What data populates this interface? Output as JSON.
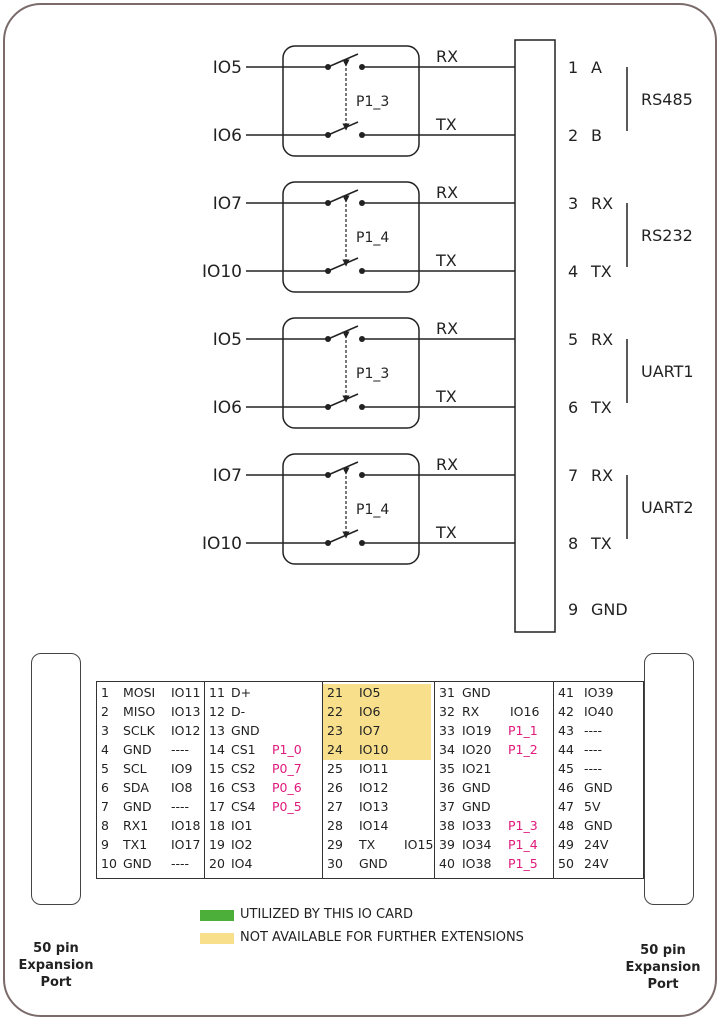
{
  "switches": [
    {
      "label": "P1_3",
      "in_top": "IO5",
      "in_bottom": "IO6",
      "out_top": "RX",
      "out_bottom": "TX"
    },
    {
      "label": "P1_4",
      "in_top": "IO7",
      "in_bottom": "IO10",
      "out_top": "RX",
      "out_bottom": "TX"
    },
    {
      "label": "P1_3",
      "in_top": "IO5",
      "in_bottom": "IO6",
      "out_top": "RX",
      "out_bottom": "TX"
    },
    {
      "label": "P1_4",
      "in_top": "IO7",
      "in_bottom": "IO10",
      "out_top": "RX",
      "out_bottom": "TX"
    }
  ],
  "connector_pins": [
    {
      "num": "1",
      "name": "A"
    },
    {
      "num": "2",
      "name": "B"
    },
    {
      "num": "3",
      "name": "RX"
    },
    {
      "num": "4",
      "name": "TX"
    },
    {
      "num": "5",
      "name": "RX"
    },
    {
      "num": "6",
      "name": "TX"
    },
    {
      "num": "7",
      "name": "RX"
    },
    {
      "num": "8",
      "name": "TX"
    },
    {
      "num": "9",
      "name": "GND"
    }
  ],
  "groups": [
    "RS485",
    "RS232",
    "UART1",
    "UART2"
  ],
  "pin_table": [
    [
      [
        "1",
        "MOSI",
        "IO11",
        "",
        false
      ],
      [
        "2",
        "MISO",
        "IO13",
        "",
        false
      ],
      [
        "3",
        "SCLK",
        "IO12",
        "",
        false
      ],
      [
        "4",
        "GND",
        "----",
        "",
        false
      ],
      [
        "5",
        "SCL",
        "IO9",
        "",
        false
      ],
      [
        "6",
        "SDA",
        "IO8",
        "",
        false
      ],
      [
        "7",
        "GND",
        "----",
        "",
        false
      ],
      [
        "8",
        "RX1",
        "IO18",
        "",
        false
      ],
      [
        "9",
        "TX1",
        "IO17",
        "",
        false
      ],
      [
        "10",
        "GND",
        "----",
        "",
        false
      ]
    ],
    [
      [
        "11",
        "D+",
        "",
        "",
        false
      ],
      [
        "12",
        "D-",
        "",
        "",
        false
      ],
      [
        "13",
        "GND",
        "",
        "",
        false
      ],
      [
        "14",
        "CS1",
        "",
        "P1_0",
        false
      ],
      [
        "15",
        "CS2",
        "",
        "P0_7",
        false
      ],
      [
        "16",
        "CS3",
        "",
        "P0_6",
        false
      ],
      [
        "17",
        "CS4",
        "",
        "P0_5",
        false
      ],
      [
        "18",
        "IO1",
        "",
        "",
        false
      ],
      [
        "19",
        "IO2",
        "",
        "",
        false
      ],
      [
        "20",
        "IO4",
        "",
        "",
        false
      ]
    ],
    [
      [
        "21",
        "IO5",
        "",
        "",
        true
      ],
      [
        "22",
        "IO6",
        "",
        "",
        true
      ],
      [
        "23",
        "IO7",
        "",
        "",
        true
      ],
      [
        "24",
        "IO10",
        "",
        "",
        true
      ],
      [
        "25",
        "IO11",
        "",
        "",
        false
      ],
      [
        "26",
        "IO12",
        "",
        "",
        false
      ],
      [
        "27",
        "IO13",
        "",
        "",
        false
      ],
      [
        "28",
        "IO14",
        "",
        "",
        false
      ],
      [
        "29",
        "TX",
        "IO15",
        "",
        false
      ],
      [
        "30",
        "GND",
        "",
        "",
        false
      ]
    ],
    [
      [
        "31",
        "GND",
        "",
        "",
        false
      ],
      [
        "32",
        "RX",
        "IO16",
        "",
        false
      ],
      [
        "33",
        "IO19",
        "",
        "P1_1",
        false
      ],
      [
        "34",
        "IO20",
        "",
        "P1_2",
        false
      ],
      [
        "35",
        "IO21",
        "",
        "",
        false
      ],
      [
        "36",
        "GND",
        "",
        "",
        false
      ],
      [
        "37",
        "GND",
        "",
        "",
        false
      ],
      [
        "38",
        "IO33",
        "",
        "P1_3",
        false
      ],
      [
        "39",
        "IO34",
        "",
        "P1_4",
        false
      ],
      [
        "40",
        "IO38",
        "",
        "P1_5",
        false
      ]
    ],
    [
      [
        "41",
        "IO39",
        "",
        "",
        false
      ],
      [
        "42",
        "IO40",
        "",
        "",
        false
      ],
      [
        "43",
        "----",
        "",
        "",
        false
      ],
      [
        "44",
        "----",
        "",
        "",
        false
      ],
      [
        "45",
        "----",
        "",
        "",
        false
      ],
      [
        "46",
        "GND",
        "",
        "",
        false
      ],
      [
        "47",
        "5V",
        "",
        "",
        false
      ],
      [
        "48",
        "GND",
        "",
        "",
        false
      ],
      [
        "49",
        "24V",
        "",
        "",
        false
      ],
      [
        "50",
        "24V",
        "",
        "",
        false
      ]
    ]
  ],
  "legend": [
    {
      "color": "#4caf3a",
      "text": "UTILIZED BY THIS IO CARD"
    },
    {
      "color": "#f7df8c",
      "text": "NOT AVAILABLE FOR FURTHER EXTENSIONS"
    }
  ],
  "port_label": {
    "line1": "50 pin",
    "line2": "Expansion",
    "line3": "Port"
  },
  "colors": {
    "line": "#222222",
    "pink": "#e0197d",
    "yellow": "#f7df8c",
    "green": "#4caf3a"
  }
}
